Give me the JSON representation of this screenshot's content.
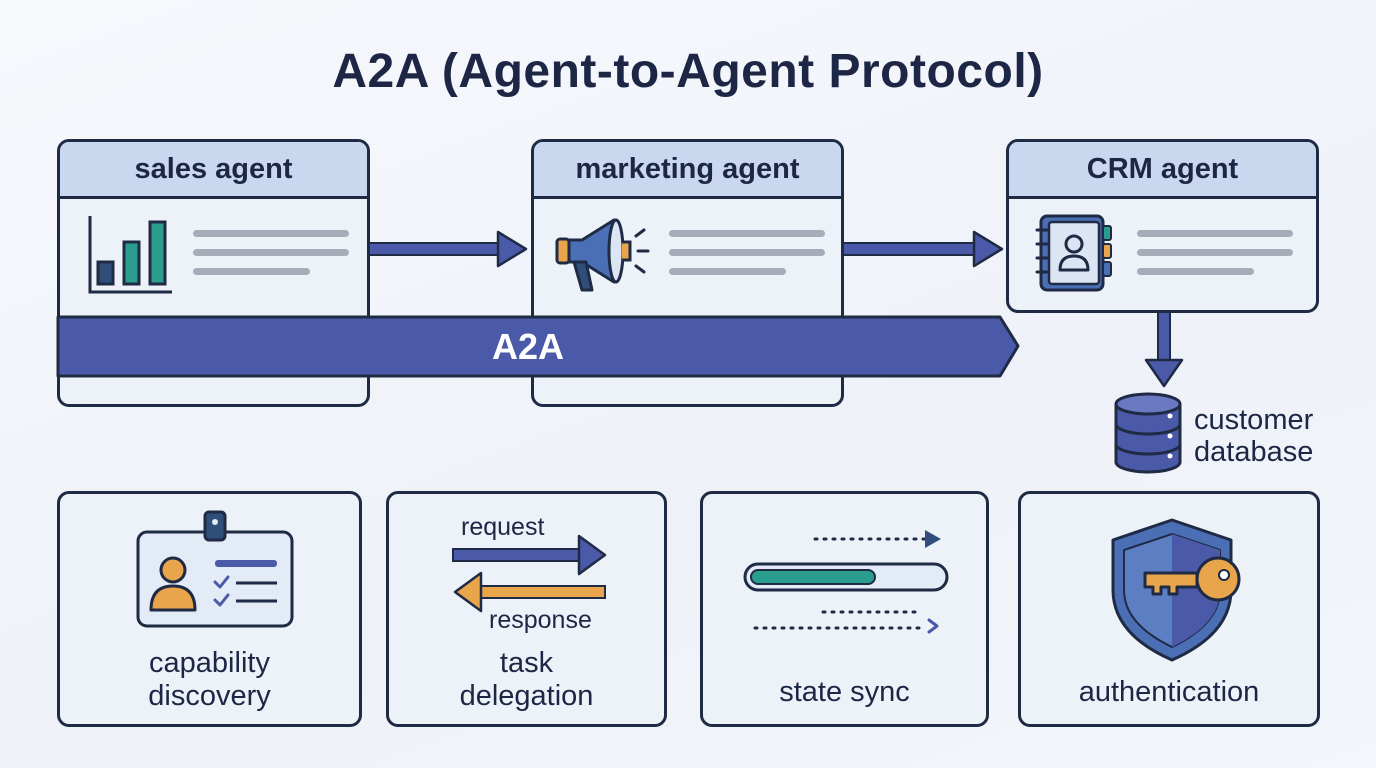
{
  "title": "A2A (Agent-to-Agent Protocol)",
  "agents": [
    {
      "label": "sales agent",
      "icon": "bar-chart-icon"
    },
    {
      "label": "marketing agent",
      "icon": "megaphone-icon"
    },
    {
      "label": "CRM agent",
      "icon": "contact-book-icon"
    }
  ],
  "protocol_band": {
    "label": "A2A"
  },
  "database": {
    "line1": "customer",
    "line2": "database",
    "icon": "database-icon"
  },
  "features": [
    {
      "line1": "capability",
      "line2": "discovery",
      "icon": "id-badge-icon"
    },
    {
      "line1": "task",
      "line2": "delegation",
      "icon": "request-response-arrows-icon",
      "request_label": "request",
      "response_label": "response"
    },
    {
      "line1": "state sync",
      "line2": "",
      "icon": "sync-progress-icon"
    },
    {
      "line1": "authentication",
      "line2": "",
      "icon": "shield-key-icon"
    }
  ],
  "colors": {
    "navy": "#1f2a44",
    "header_blue": "#c9d8ee",
    "band_purple": "#4b5aa8",
    "teal": "#2a9d8f",
    "orange": "#e8a54b",
    "card_bg": "#edf2f9"
  }
}
